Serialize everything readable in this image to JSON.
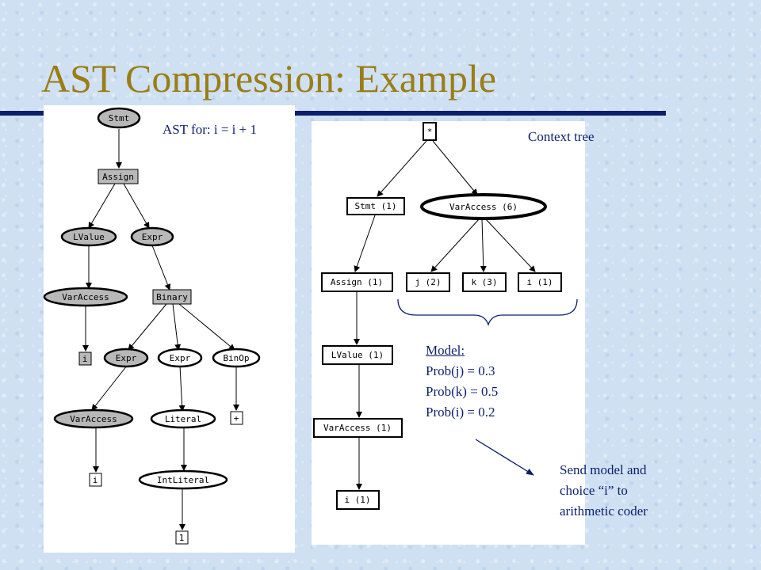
{
  "title": "AST Compression: Example",
  "ast_caption": "AST for: i = i + 1",
  "context_caption": "Context tree",
  "ast_nodes": {
    "stmt": "Stmt",
    "assign": "Assign",
    "lvalue": "LValue",
    "expr": "Expr",
    "varaccess1": "VarAccess",
    "binary": "Binary",
    "i1": "i",
    "expr2": "Expr",
    "expr3": "Expr",
    "binop": "BinOp",
    "varaccess2": "VarAccess",
    "literal": "Literal",
    "plus": "+",
    "i2": "i",
    "intliteral": "IntLiteral",
    "one": "1"
  },
  "context_nodes": {
    "root": "*",
    "stmt": "Stmt (1)",
    "varaccess": "VarAccess (6)",
    "assign": "Assign (1)",
    "j": "j (2)",
    "k": "k (3)",
    "i": "i (1)",
    "lvalue": "LValue (1)",
    "varaccess2": "VarAccess (1)",
    "i_leaf": "i (1)"
  },
  "model": {
    "heading": "Model:",
    "lines": [
      "Prob(j) = 0.3",
      "Prob(k) = 0.5",
      "Prob(i) = 0.2"
    ]
  },
  "note_lines": [
    "Send model and",
    "choice “i” to",
    "arithmetic coder"
  ],
  "colors": {
    "title": "#9a7d15",
    "rule": "#0b1f6b",
    "text": "#0b1f6b",
    "node_fill": "#b8b8b8"
  }
}
